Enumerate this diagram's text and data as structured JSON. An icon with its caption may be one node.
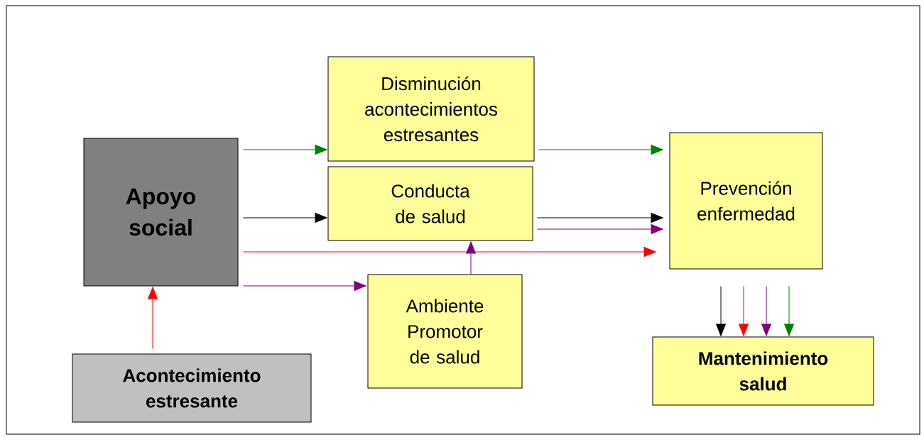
{
  "diagram": {
    "nodes": [
      {
        "text": [
          "Apoyo social"
        ]
      },
      {
        "text": [
          "Disminución acontecimientos estresantes"
        ]
      },
      {
        "text": [
          "Conducta de salud"
        ]
      },
      {
        "text": [
          "Ambiente Promotor de salud"
        ]
      },
      {
        "text": [
          "Prevención enfermedad"
        ]
      },
      {
        "text": [
          "Mantenimiento salud"
        ]
      },
      {
        "text": [
          "Acontecimiento estresante"
        ]
      }
    ],
    "edges": [
      {
        "from": 0,
        "to": 1,
        "arrow": "to",
        "color": "#008000"
      },
      {
        "from": 0,
        "to": 2,
        "arrow": "to",
        "color": "#000000"
      },
      {
        "from": 0,
        "to": 4,
        "arrow": "to",
        "color": "#ff0000"
      },
      {
        "from": 0,
        "to": 3,
        "arrow": "to",
        "color": "#800080"
      },
      {
        "from": 1,
        "to": 4,
        "arrow": "to",
        "color": "#008000"
      },
      {
        "from": 2,
        "to": 4,
        "arrow": "to",
        "color": "#000000"
      },
      {
        "from": 2,
        "to": 4,
        "arrow": "to",
        "color": "#800080"
      },
      {
        "from": 3,
        "to": 2,
        "arrow": "to",
        "color": "#800080"
      },
      {
        "from": 6,
        "to": 0,
        "arrow": "to",
        "color": "#ff0000"
      },
      {
        "from": 4,
        "to": 5,
        "arrow": "to",
        "color": "#000000"
      },
      {
        "from": 4,
        "to": 5,
        "arrow": "to",
        "color": "#ff0000"
      },
      {
        "from": 4,
        "to": 5,
        "arrow": "to",
        "color": "#800080"
      },
      {
        "from": 4,
        "to": 5,
        "arrow": "to",
        "color": "#008000"
      }
    ]
  }
}
